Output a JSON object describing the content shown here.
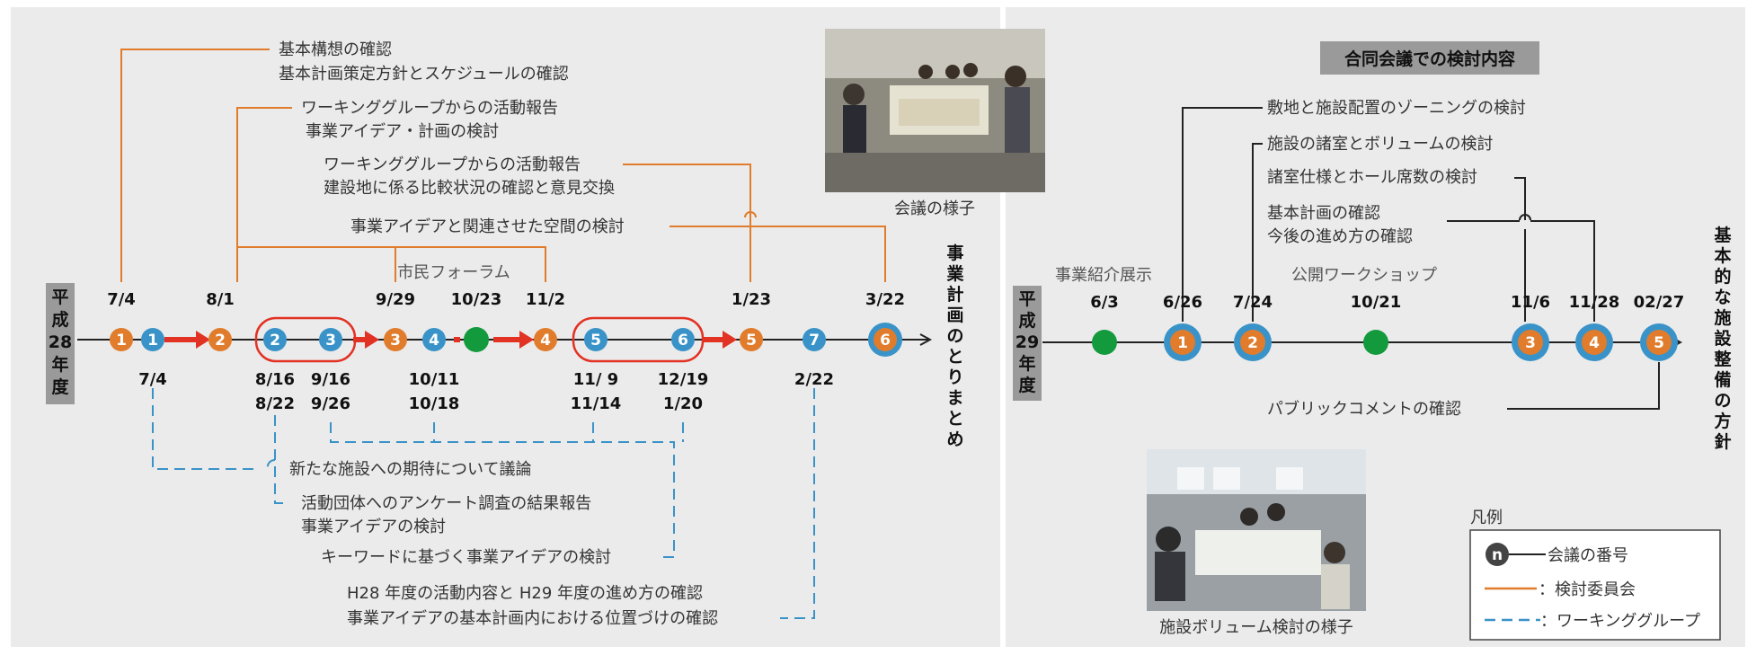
{
  "colors": {
    "panel": "#ebebeb",
    "committee_orange": "#e07c2b",
    "wg_blue": "#3a93c8",
    "event_green": "#129a3c",
    "arrow_red": "#e23224",
    "line": "#222222",
    "bracket_red": "#e23224",
    "year_box": "#9a9a9a"
  },
  "left": {
    "year_label": "平成28年度",
    "year_chars": [
      "平",
      "成",
      "28",
      "年",
      "度"
    ],
    "endpoint_chars": [
      "事",
      "業",
      "計",
      "画",
      "の",
      "と",
      "り",
      "ま",
      "と",
      "め"
    ],
    "top_dates": [
      "7/4",
      "8/1",
      "9/29",
      "10/23",
      "11/2",
      "1/23",
      "3/22"
    ],
    "bottom_dates": [
      "7/4",
      "8/16",
      "8/22",
      "9/16",
      "9/26",
      "10/11",
      "10/18",
      "11/ 9",
      "11/14",
      "12/19",
      "1/20",
      "2/22"
    ],
    "nodes": [
      "1",
      "1",
      "2",
      "2",
      "3",
      "3",
      "4",
      "4",
      "5",
      "6",
      "5",
      "7",
      "6"
    ],
    "forum_label": "市民フォーラム",
    "committee_notes": [
      "基本構想の確認",
      "基本計画策定方針とスケジュールの確認",
      "ワーキンググループからの活動報告",
      "事業アイデア・計画の検討",
      "ワーキンググループからの活動報告",
      "建設地に係る比較状況の確認と意見交換",
      "事業アイデアと関連させた空間の検討"
    ],
    "wg_notes": [
      "新たな施設への期待について議論",
      "活動団体へのアンケート調査の結果報告",
      "事業アイデアの検討",
      "キーワードに基づく事業アイデアの検討",
      "H28 年度の活動内容と H29 年度の進め方の確認",
      "事業アイデアの基本計画内における位置づけの確認"
    ],
    "photo_caption": "会議の様子"
  },
  "right": {
    "year_label": "平成29年度",
    "year_chars": [
      "平",
      "成",
      "29",
      "年",
      "度"
    ],
    "endpoint_chars": [
      "基",
      "本",
      "的",
      "な",
      "施",
      "設",
      "整",
      "備",
      "の",
      "方",
      "針"
    ],
    "heading": "合同会議での検討内容",
    "top_dates": [
      "6/3",
      "6/26",
      "7/24",
      "10/21",
      "11/6",
      "11/28",
      "02/27"
    ],
    "event_labels": [
      "事業紹介展示",
      "公開ワークショップ"
    ],
    "nodes": [
      "1",
      "2",
      "3",
      "4",
      "5"
    ],
    "notes": [
      "敷地と施設配置のゾーニングの検討",
      "施設の諸室とボリュームの検討",
      "諸室仕様とホール席数の検討",
      "基本計画の確認",
      "今後の進め方の確認",
      "パブリックコメントの確認"
    ],
    "photo_caption": "施設ボリューム検討の様子"
  },
  "legend": {
    "title": "凡例",
    "sample_node": "n",
    "items": [
      "会議の番号",
      "：検討委員会",
      "：ワーキンググループ"
    ]
  }
}
